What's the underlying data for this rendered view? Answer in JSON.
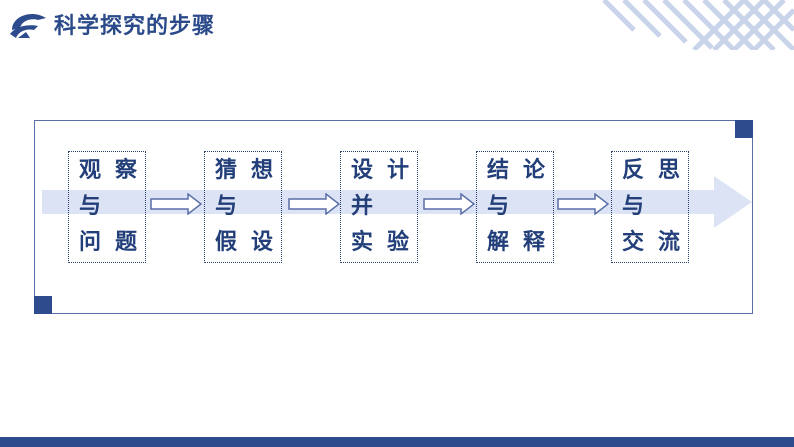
{
  "header": {
    "title": "科学探究的步骤"
  },
  "steps": [
    {
      "line1": [
        "观",
        "察"
      ],
      "line2": [
        "与"
      ],
      "line3": [
        "问",
        "题"
      ]
    },
    {
      "line1": [
        "猜",
        "想"
      ],
      "line2": [
        "与"
      ],
      "line3": [
        "假",
        "设"
      ]
    },
    {
      "line1": [
        "设",
        "计"
      ],
      "line2": [
        "并"
      ],
      "line3": [
        "实",
        "验"
      ]
    },
    {
      "line1": [
        "结",
        "论"
      ],
      "line2": [
        "与"
      ],
      "line3": [
        "解",
        "释"
      ]
    },
    {
      "line1": [
        "反",
        "思"
      ],
      "line2": [
        "与"
      ],
      "line3": [
        "交",
        "流"
      ]
    }
  ],
  "colors": {
    "accent": "#2e4b8e",
    "text": "#223f7a",
    "arrow_fill": "#dce3f4"
  }
}
